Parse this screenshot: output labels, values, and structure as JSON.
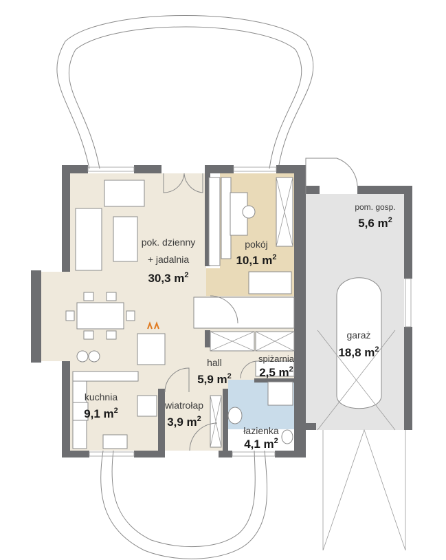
{
  "colors": {
    "wall": "#6d6e71",
    "living": "#efe9dc",
    "room_pokoj": "#e9dab8",
    "garage": "#e4e4e4",
    "bathroom": "#c9dcea",
    "fireplace_flame": "#e07a1f"
  },
  "rooms": {
    "living": {
      "name_line1": "pok. dzienny",
      "name_line2": "+ jadalnia",
      "area": "30,3 m",
      "unit_exp": "2"
    },
    "pokoj": {
      "name": "pokój",
      "area": "10,1 m",
      "unit_exp": "2"
    },
    "utility": {
      "name": "pom. gosp.",
      "area": "5,6 m",
      "unit_exp": "2"
    },
    "garage": {
      "name": "garaż",
      "area": "18,8 m",
      "unit_exp": "2"
    },
    "hall": {
      "name": "hall",
      "area": "5,9 m",
      "unit_exp": "2"
    },
    "pantry": {
      "name": "spiżarnia",
      "area": "2,5 m",
      "unit_exp": "2"
    },
    "kitchen": {
      "name": "kuchnia",
      "area": "9,1 m",
      "unit_exp": "2"
    },
    "vestibule": {
      "name": "wiatrołap",
      "area": "3,9 m",
      "unit_exp": "2"
    },
    "bathroom": {
      "name": "łazienka",
      "area": "4,1 m",
      "unit_exp": "2"
    }
  }
}
